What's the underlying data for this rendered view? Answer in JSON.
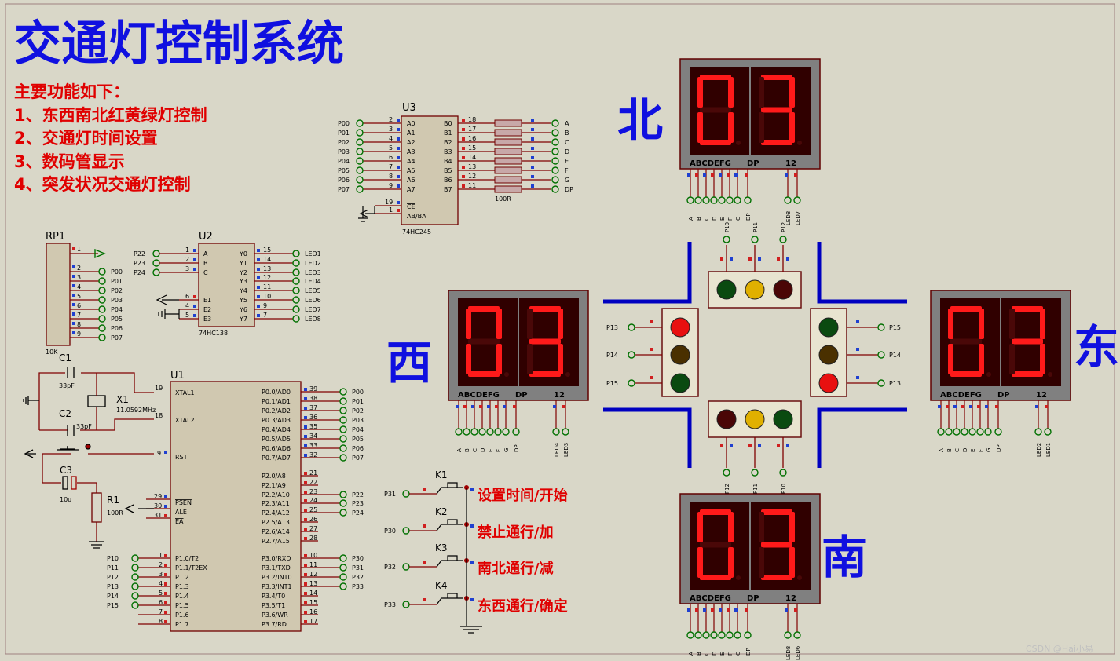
{
  "title": "交通灯控制系统",
  "features": {
    "heading": "主要功能如下：",
    "items": [
      "1、东西南北红黄绿灯控制",
      "2、交通灯时间设置",
      "3、数码管显示",
      "4、突发状况交通灯控制"
    ]
  },
  "directions": {
    "north": "北",
    "south": "南",
    "west": "西",
    "east": "东"
  },
  "display_digits": {
    "north": "03",
    "west": "03",
    "east": "03",
    "south": "03"
  },
  "seg_label": {
    "seg": "ABCDEFG",
    "dp": "DP",
    "com": "12"
  },
  "seg_pins": [
    "A",
    "B",
    "C",
    "D",
    "E",
    "F",
    "G",
    "DP"
  ],
  "north_bottom_pins": [
    "P10",
    "P11",
    "P12",
    "LED8",
    "LED7"
  ],
  "south_bottom_pins": [
    "LED8",
    "LED6"
  ],
  "west_pins": [
    "LED4",
    "LED3"
  ],
  "east_pins": [
    "LED2",
    "LED1"
  ],
  "north_light_pins": [
    "P10",
    "P11",
    "P12"
  ],
  "south_light_pins": [
    "P12",
    "P11",
    "P10"
  ],
  "west_light_pins": [
    "P13",
    "P14",
    "P15"
  ],
  "east_light_pins": [
    "P15",
    "P14",
    "P13"
  ],
  "colors": {
    "red": "#e81010",
    "yellow": "#e0b000",
    "green": "#0a4a10",
    "dark_red": "#4a0606",
    "bg": "#d9d7c8",
    "title": "#1010e0",
    "text_red": "#e00000",
    "wire": "#800000",
    "pin": "#007000"
  },
  "u3": {
    "ref": "U3",
    "part": "74HC245",
    "left_ports": [
      "P00",
      "P01",
      "P02",
      "P03",
      "P04",
      "P05",
      "P06",
      "P07"
    ],
    "left_nums": [
      "2",
      "3",
      "4",
      "5",
      "6",
      "7",
      "8",
      "9"
    ],
    "in_pins": [
      "A0",
      "A1",
      "A2",
      "A3",
      "A4",
      "A5",
      "A6",
      "A7"
    ],
    "out_pins": [
      "B0",
      "B1",
      "B2",
      "B3",
      "B4",
      "B5",
      "B6",
      "B7"
    ],
    "right_nums": [
      "18",
      "17",
      "16",
      "15",
      "14",
      "13",
      "12",
      "11"
    ],
    "ce": "CE",
    "dir": "AB/BA",
    "ce_num": "19",
    "dir_num": "1",
    "res": "100R",
    "outputs": [
      "A",
      "B",
      "C",
      "D",
      "E",
      "F",
      "G",
      "DP"
    ]
  },
  "rp1": {
    "ref": "RP1",
    "value": "10K",
    "nums": [
      "1",
      "2",
      "3",
      "4",
      "5",
      "6",
      "7",
      "8",
      "9"
    ],
    "ports": [
      "P00",
      "P01",
      "P02",
      "P03",
      "P04",
      "P05",
      "P06",
      "P07"
    ]
  },
  "u2": {
    "ref": "U2",
    "part": "74HC138",
    "in_ports": [
      "P22",
      "P23",
      "P24"
    ],
    "in_nums": [
      "1",
      "2",
      "3"
    ],
    "in_pins": [
      "A",
      "B",
      "C"
    ],
    "en_pins": [
      "E1",
      "E2",
      "E3"
    ],
    "en_nums": [
      "6",
      "4",
      "5"
    ],
    "out_pins": [
      "Y0",
      "Y1",
      "Y2",
      "Y3",
      "Y4",
      "Y5",
      "Y6",
      "Y7"
    ],
    "out_nums": [
      "15",
      "14",
      "13",
      "12",
      "11",
      "10",
      "9",
      "7"
    ],
    "out_ports": [
      "LED1",
      "LED2",
      "LED3",
      "LED4",
      "LED5",
      "LED6",
      "LED7",
      "LED8"
    ]
  },
  "u1": {
    "ref": "U1",
    "xtal1": "XTAL1",
    "xtal1_num": "19",
    "xtal2": "XTAL2",
    "xtal2_num": "18",
    "rst": "RST",
    "rst_num": "9",
    "psen": "PSEN",
    "ale": "ALE",
    "ea": "EA",
    "ctl_nums": [
      "29",
      "30",
      "31"
    ],
    "p1_pins": [
      "P1.0/T2",
      "P1.1/T2EX",
      "P1.2",
      "P1.3",
      "P1.4",
      "P1.5",
      "P1.6",
      "P1.7"
    ],
    "p1_nums": [
      "1",
      "2",
      "3",
      "4",
      "5",
      "6",
      "7",
      "8"
    ],
    "p1_ports": [
      "P10",
      "P11",
      "P12",
      "P13",
      "P14",
      "P15"
    ],
    "p0_pins": [
      "P0.0/AD0",
      "P0.1/AD1",
      "P0.2/AD2",
      "P0.3/AD3",
      "P0.4/AD4",
      "P0.5/AD5",
      "P0.6/AD6",
      "P0.7/AD7"
    ],
    "p0_nums": [
      "39",
      "38",
      "37",
      "36",
      "35",
      "34",
      "33",
      "32"
    ],
    "p0_ports": [
      "P00",
      "P01",
      "P02",
      "P03",
      "P04",
      "P05",
      "P06",
      "P07"
    ],
    "p2_pins": [
      "P2.0/A8",
      "P2.1/A9",
      "P2.2/A10",
      "P2.3/A11",
      "P2.4/A12",
      "P2.5/A13",
      "P2.6/A14",
      "P2.7/A15"
    ],
    "p2_nums": [
      "21",
      "22",
      "23",
      "24",
      "25",
      "26",
      "27",
      "28"
    ],
    "p2_ports": [
      "",
      "",
      "P22",
      "P23",
      "P24",
      "",
      "",
      ""
    ],
    "p3_pins": [
      "P3.0/RXD",
      "P3.1/TXD",
      "P3.2/INT0",
      "P3.3/INT1",
      "P3.4/T0",
      "P3.5/T1",
      "P3.6/WR",
      "P3.7/RD"
    ],
    "p3_nums": [
      "10",
      "11",
      "12",
      "13",
      "14",
      "15",
      "16",
      "17"
    ],
    "p3_ports": [
      "P30",
      "P31",
      "P32",
      "P33",
      "",
      "",
      "",
      ""
    ]
  },
  "passives": {
    "c1": "C1",
    "c1_val": "33pF",
    "c2": "C2",
    "c2_val": "33pF",
    "x1": "X1",
    "x1_val": "11.0592MHz",
    "c3": "C3",
    "c3_val": "10u",
    "r1": "R1",
    "r1_val": "100R"
  },
  "keys": [
    {
      "ref": "K1",
      "port": "P31",
      "label": "设置时间/开始"
    },
    {
      "ref": "K2",
      "port": "P30",
      "label": "禁止通行/加"
    },
    {
      "ref": "K3",
      "port": "P32",
      "label": "南北通行/减"
    },
    {
      "ref": "K4",
      "port": "P33",
      "label": "东西通行/确定"
    }
  ],
  "watermark": "CSDN @Hai小易"
}
